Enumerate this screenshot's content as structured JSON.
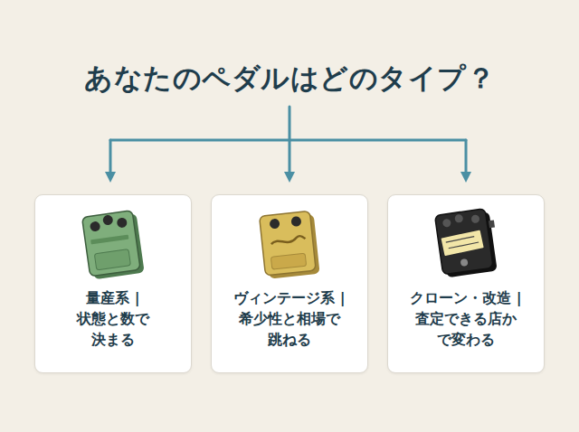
{
  "diagram": {
    "title": "あなたのペダルはどのタイプ？",
    "nodes": [
      {
        "text": [
          "量産系 | 状態と数で 決まる"
        ]
      },
      {
        "text": [
          "ヴィンテージ系 | 希少性と相場で 跳ねる"
        ]
      },
      {
        "text": [
          "クローン・改造 | 査定できる店か で変わる"
        ]
      }
    ]
  }
}
